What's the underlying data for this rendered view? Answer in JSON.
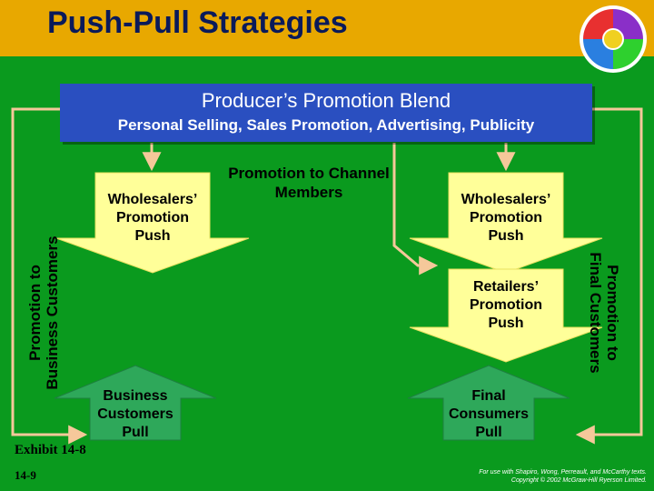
{
  "title": "Push-Pull Strategies",
  "colors": {
    "background": "#0a9a1e",
    "title_bar": "#e8a800",
    "title_text": "#0a1a5a",
    "blend_box": "#2a4fc0",
    "push_arrow": "#ffff99",
    "pull_arrow": "#2ea85a",
    "connector": "#f5c89a"
  },
  "blend": {
    "title": "Producer’s Promotion Blend",
    "subtitle": "Personal Selling,  Sales Promotion, Advertising, Publicity"
  },
  "channel_label": "Promotion to Channel Members",
  "left_side_label": [
    "Promotion to",
    "Business Customers"
  ],
  "right_side_label": [
    "Promotion to",
    "Final Customers"
  ],
  "left_wholesalers": [
    "Wholesalers’",
    "Promotion",
    "Push"
  ],
  "left_business": [
    "Business",
    "Customers",
    "Pull"
  ],
  "right_wholesalers": [
    "Wholesalers’",
    "Promotion",
    "Push"
  ],
  "right_retailers": [
    "Retailers’",
    "Promotion",
    "Push"
  ],
  "right_final": [
    "Final",
    "Consumers",
    "Pull"
  ],
  "exhibit": "Exhibit 14-8",
  "page_number": "14-9",
  "credit": [
    "For use with Shapiro, Wong, Perreault, and McCarthy texts.",
    "Copyright © 2002 McGraw-Hill Ryerson Limited."
  ],
  "logo_icon": "color-wheel-icon"
}
